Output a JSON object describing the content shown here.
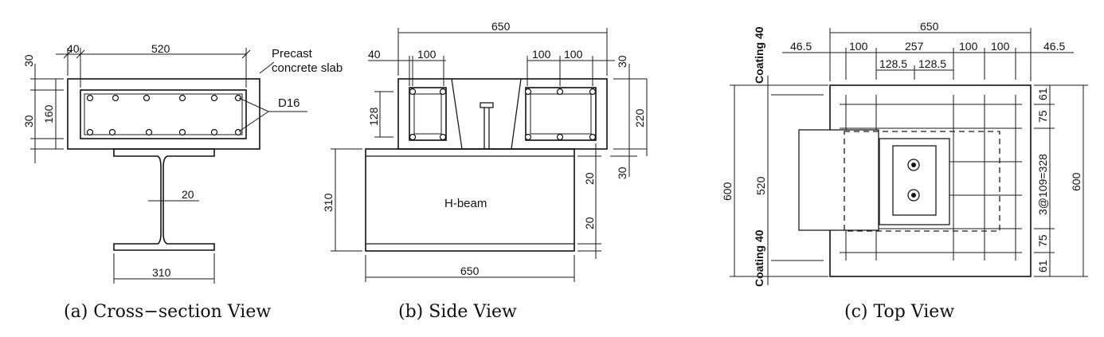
{
  "captions": {
    "a": "(a) Cross−section View",
    "b": "(b)  Side View",
    "c": "(c)  Top View"
  },
  "cross_section": {
    "dims_top": [
      "40",
      "520"
    ],
    "dims_left": [
      "30",
      "30",
      "160"
    ],
    "web": "20",
    "flange": "310",
    "labels": [
      "Precast",
      "concrete slab",
      "D16"
    ]
  },
  "side_view": {
    "top_total": "650",
    "top_left": [
      "40",
      "100"
    ],
    "top_right": [
      "100",
      "100"
    ],
    "left": "128",
    "right": [
      "30",
      "220",
      "30"
    ],
    "beam_height": "310",
    "beam_right": [
      "20",
      "20"
    ],
    "beam_label": "H-beam",
    "bottom": "650"
  },
  "top_view": {
    "top_total": "650",
    "top_row": [
      "46.5",
      "100",
      "257",
      "100",
      "100",
      "46.5"
    ],
    "sub_row": [
      "128.5",
      "128.5"
    ],
    "coating": [
      "Coating 40",
      "Coating 40"
    ],
    "left": [
      "600",
      "520"
    ],
    "right_inner": [
      "61",
      "75",
      "3@109=328",
      "75",
      "61"
    ],
    "right_outer": "600"
  }
}
